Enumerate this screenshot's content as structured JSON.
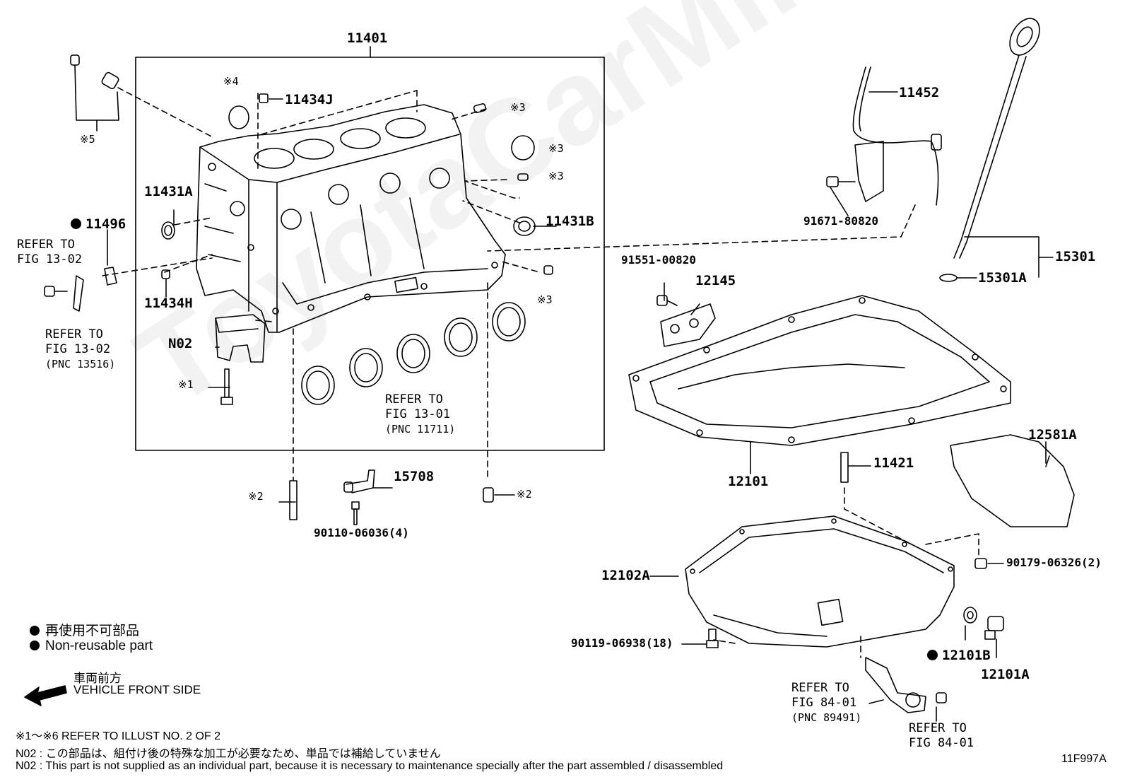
{
  "watermark": "ToyotaCarMine.ru",
  "callouts": {
    "p11401": "11401",
    "p11434J": "11434J",
    "p11431A": "11431A",
    "p11431B": "11431B",
    "p11496": "11496",
    "p11434H": "11434H",
    "pN02": "N02",
    "p11452": "11452",
    "p91671": "91671-80820",
    "p15301": "15301",
    "p15301A": "15301A",
    "p91551": "91551-00820",
    "p12145": "12145",
    "p12581A": "12581A",
    "p12101": "12101",
    "p11421": "11421",
    "p15708": "15708",
    "p90110": "90110-06036(4)",
    "p12102A": "12102A",
    "p90179": "90179-06326(2)",
    "p90119": "90119-06938(18)",
    "p12101B": "12101B",
    "p12101A": "12101A",
    "m1": "※1",
    "m2a": "※2",
    "m2b": "※2",
    "m3a": "※3",
    "m3b": "※3",
    "m3c": "※3",
    "m3d": "※3",
    "m4": "※4",
    "m5": "※5"
  },
  "refs": {
    "r1_line1": "REFER TO",
    "r1_line2": "FIG 13-02",
    "r2_line1": "REFER TO",
    "r2_line2": "FIG 13-02",
    "r2_line3": "(PNC 13516)",
    "r3_line1": "REFER TO",
    "r3_line2": "FIG 13-01",
    "r3_line3": "(PNC 11711)",
    "r4_line1": "REFER TO",
    "r4_line2": "FIG 84-01",
    "r4_line3": "(PNC 89491)",
    "r5_line1": "REFER TO",
    "r5_line2": "FIG 84-01"
  },
  "legend": {
    "nonreusable_jp": "再使用不可部品",
    "nonreusable_en": "Non-reusable part",
    "front_jp": "車両前方",
    "front_en": "VEHICLE FRONT SIDE"
  },
  "notes": {
    "n1": "※1～※6  REFER TO ILLUST NO. 2 OF 2",
    "n2": "N02 : この部品は、組付け後の特殊な加工が必要なため、単品では補給していません",
    "n3": "N02 : This part is not supplied as an individual part, because it is necessary to maintenance specially after the part assembled / disassembled"
  },
  "illust_id": "11F997A"
}
